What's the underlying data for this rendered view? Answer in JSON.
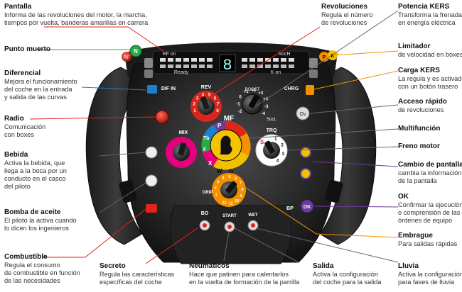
{
  "colors": {
    "red": "#e2231a",
    "green": "#2aa84a",
    "blue": "#1e7fd0",
    "orange": "#f39200",
    "purple": "#6a3d9a",
    "gray": "#666666",
    "pink": "#e5007e",
    "teal": "#1aa39a"
  },
  "labels": {
    "pantalla": {
      "title": "Pantalla",
      "lines": [
        "Informa de las revoluciones del motor, la marcha,",
        "tiempos por vuelta, banderas amarillas en carrera"
      ]
    },
    "punto_muerto": {
      "title": "Punto muerto",
      "lines": []
    },
    "diferencial": {
      "title": "Diferencial",
      "lines": [
        "Mejora el funcionamiento",
        "del coche en la entrada",
        "y salida de las curvas"
      ]
    },
    "radio": {
      "title": "Radio",
      "lines": [
        "Comunicación",
        "con boxes"
      ]
    },
    "bebida": {
      "title": "Bebida",
      "lines": [
        "Activa la bebida, que",
        "llega a la boca por un",
        "conducto en el casco",
        "del piloto"
      ]
    },
    "bomba": {
      "title": "Bomba de aceite",
      "lines": [
        "El piloto la activa cuando",
        "lo dicen los ingenieros"
      ]
    },
    "combustible": {
      "title": "Combustible",
      "lines": [
        "Regula el consumo",
        "de combustible en función",
        "de las necesidades"
      ]
    },
    "secreto": {
      "title": "Secreto",
      "lines": [
        "Regula las características",
        "específicas del coche"
      ]
    },
    "neumaticos": {
      "title": "Neumáticos",
      "lines": [
        "Hace que patinen para calentarlos",
        "en la vuelta de formación de la parrilla"
      ]
    },
    "salida": {
      "title": "Salida",
      "lines": [
        "Activa la configuración",
        "del coche para la salida"
      ]
    },
    "lluvia": {
      "title": "Lluvia",
      "lines": [
        "Activa la configuración",
        "para fases de lluvia"
      ]
    },
    "revoluciones": {
      "title": "Revoluciones",
      "lines": [
        "Regula el número",
        "de revoluciones"
      ]
    },
    "potencia_kers": {
      "title": "Potencia KERS",
      "lines": [
        "Transforma la frenada",
        "en energía eléctrica"
      ]
    },
    "limitador": {
      "title": "Limitador",
      "lines": [
        "de velocidad en boxes"
      ]
    },
    "carga_kers": {
      "title": "Carga KERS",
      "lines": [
        "La regula y es activado",
        "con un botón trasero"
      ]
    },
    "acceso_rapido": {
      "title": "Acceso rápido",
      "lines": [
        "de revoluciones"
      ]
    },
    "multifuncion": {
      "title": "Multifunción",
      "lines": []
    },
    "freno_motor": {
      "title": "Freno motor",
      "lines": []
    },
    "cambio_pantalla": {
      "title": "Cambio de pantalla",
      "lines": [
        "cambia la información",
        "de la pantalla"
      ]
    },
    "ok": {
      "title": "OK",
      "lines": [
        "Confirmar la ejecución",
        "o comprensión de las",
        "órdenes de equipo"
      ]
    },
    "embrague": {
      "title": "Embrague",
      "lines": [
        "Para salidas rápidas"
      ]
    }
  },
  "wheel_text": {
    "rf_on": "RF on",
    "socl_top": "SocH",
    "ready": "Ready",
    "k_on": "K on",
    "gear": "8",
    "n": "N",
    "rf": "RF",
    "pk_p": "P",
    "pk_k": "K",
    "dif_in": "DIF IN",
    "chrg": "CHRG",
    "rev": "REV",
    "boost": "BOOST",
    "socl": "SocL",
    "ov": "Ov",
    "mix": "MIX",
    "mf": "MF",
    "trq": "TRQ",
    "grip": "GRIP",
    "bp": "BP",
    "bo": "BO",
    "start": "START",
    "wet": "WET",
    "ok": "OK",
    "x": "X",
    "w": "W",
    "d": "D",
    "p": "P",
    "s": "S",
    "tb": "Tb",
    "f": "F",
    "rev_nums": [
      "1",
      "2",
      "3",
      "4",
      "5",
      "6",
      "7",
      "8"
    ],
    "boost_nums": [
      "-2",
      "-1",
      "0",
      "+1",
      "+2",
      "+3",
      "+4",
      "-3",
      "-4"
    ],
    "trq_nums": [
      "1",
      "2",
      "3",
      "4"
    ],
    "grip_nums": [
      "1",
      "2",
      "3",
      "4",
      "5",
      "6",
      "7",
      "8",
      "9",
      "10",
      "11",
      "12"
    ]
  }
}
